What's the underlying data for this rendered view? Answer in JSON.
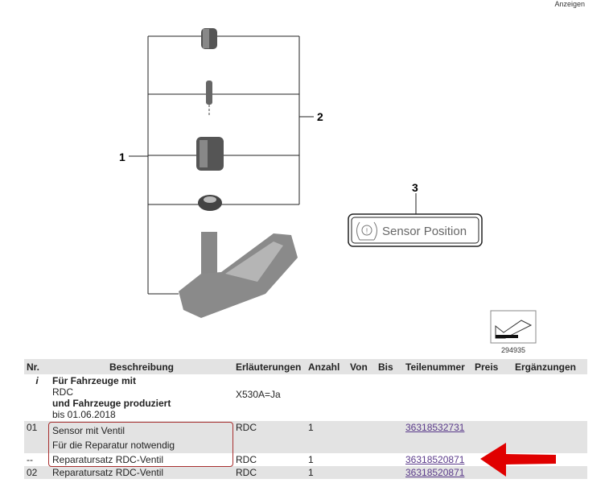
{
  "top_link": "Anzeigen",
  "diagram": {
    "callouts": [
      "1",
      "2",
      "3"
    ],
    "label_text": "Sensor Position",
    "image_number": "294935"
  },
  "table": {
    "headers": [
      "Nr.",
      "Beschreibung",
      "Erläuterungen",
      "Anzahl",
      "Von",
      "Bis",
      "Teilenummer",
      "Preis",
      "Ergänzungen"
    ],
    "info": {
      "nr": "i",
      "line1": "Für Fahrzeuge mit",
      "line2": "RDC",
      "line3": "und Fahrzeuge produziert",
      "line4": "bis 01.06.2018",
      "erl": "X530A=Ja"
    },
    "rows": [
      {
        "nr": "01",
        "desc": "Sensor mit Ventil",
        "desc2": "Für die Reparatur notwendig",
        "erl": "RDC",
        "anzahl": "1",
        "teil": "36318532731"
      },
      {
        "nr": "--",
        "desc": "Reparatursatz RDC-Ventil",
        "erl": "RDC",
        "anzahl": "1",
        "teil": "36318520871"
      },
      {
        "nr": "02",
        "desc": "Reparatursatz RDC-Ventil",
        "erl": "RDC",
        "anzahl": "1",
        "teil": "36318520871"
      }
    ]
  },
  "colors": {
    "annotation_red": "#e00000",
    "box_red": "#a83030"
  }
}
